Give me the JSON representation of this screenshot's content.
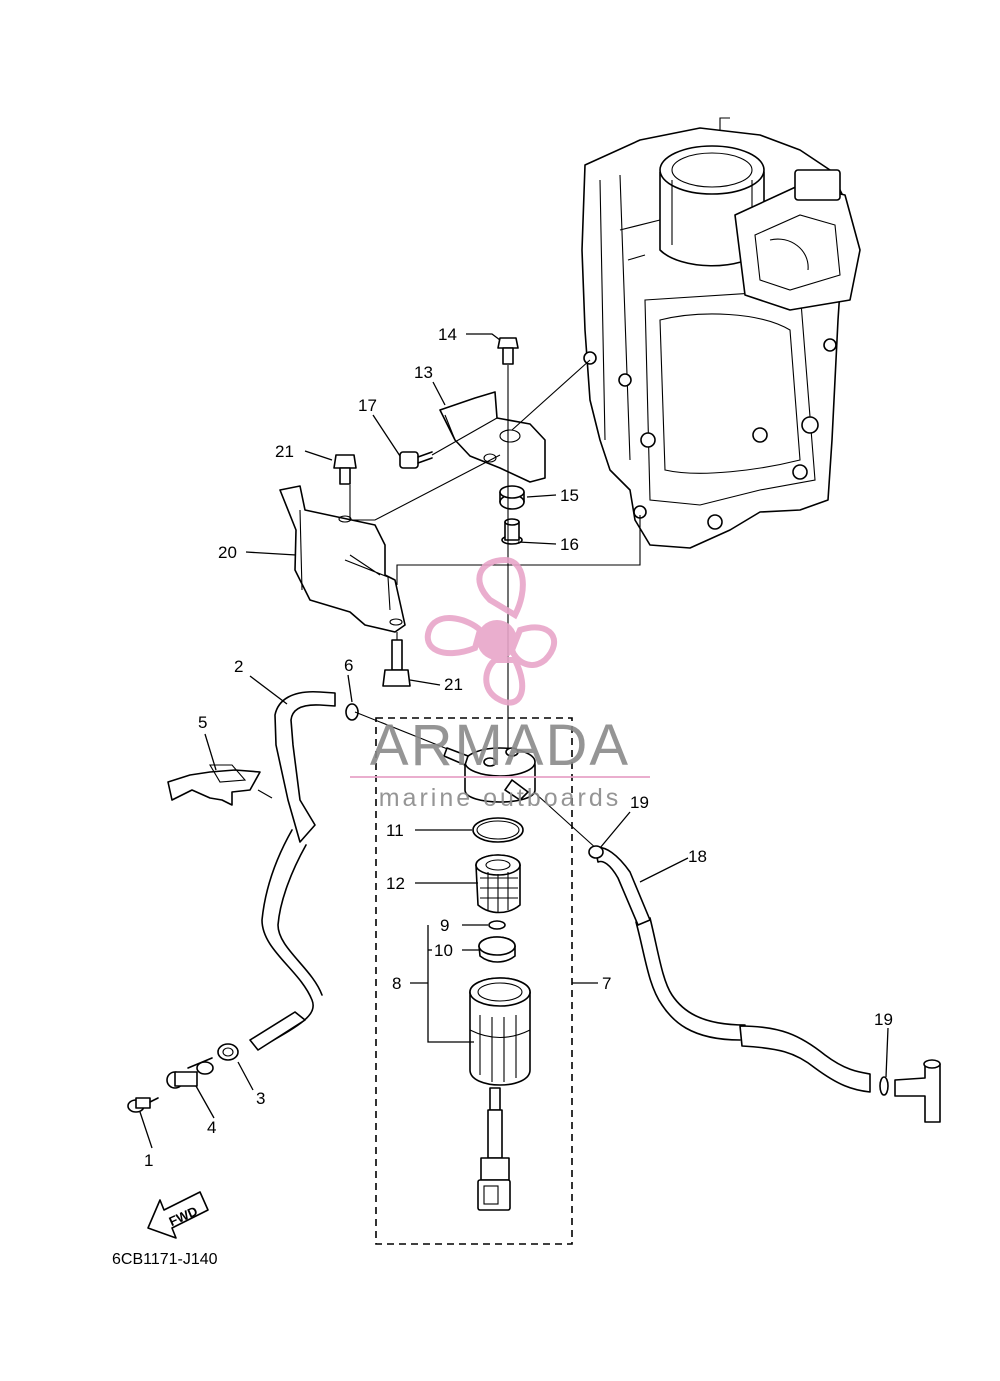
{
  "diagram_code": "6CB1171-J140",
  "fwd_label": "FWD",
  "watermark": {
    "title": "ARMADA",
    "subtitle": "marine outboards",
    "accent_color": "#e8a6c9",
    "text_color": "#8a8a8a"
  },
  "callouts": [
    {
      "id": "c1",
      "text": "1"
    },
    {
      "id": "c2",
      "text": "2"
    },
    {
      "id": "c3",
      "text": "3"
    },
    {
      "id": "c4",
      "text": "4"
    },
    {
      "id": "c5",
      "text": "5"
    },
    {
      "id": "c6",
      "text": "6"
    },
    {
      "id": "c7",
      "text": "7"
    },
    {
      "id": "c8",
      "text": "8"
    },
    {
      "id": "c9",
      "text": "9"
    },
    {
      "id": "c10",
      "text": "10"
    },
    {
      "id": "c11",
      "text": "11"
    },
    {
      "id": "c12",
      "text": "12"
    },
    {
      "id": "c13",
      "text": "13"
    },
    {
      "id": "c14",
      "text": "14"
    },
    {
      "id": "c15",
      "text": "15"
    },
    {
      "id": "c16",
      "text": "16"
    },
    {
      "id": "c17",
      "text": "17"
    },
    {
      "id": "c18",
      "text": "18"
    },
    {
      "id": "c19a",
      "text": "19"
    },
    {
      "id": "c19b",
      "text": "19"
    },
    {
      "id": "c20",
      "text": "20"
    },
    {
      "id": "c21a",
      "text": "21"
    },
    {
      "id": "c21b",
      "text": "21"
    }
  ]
}
